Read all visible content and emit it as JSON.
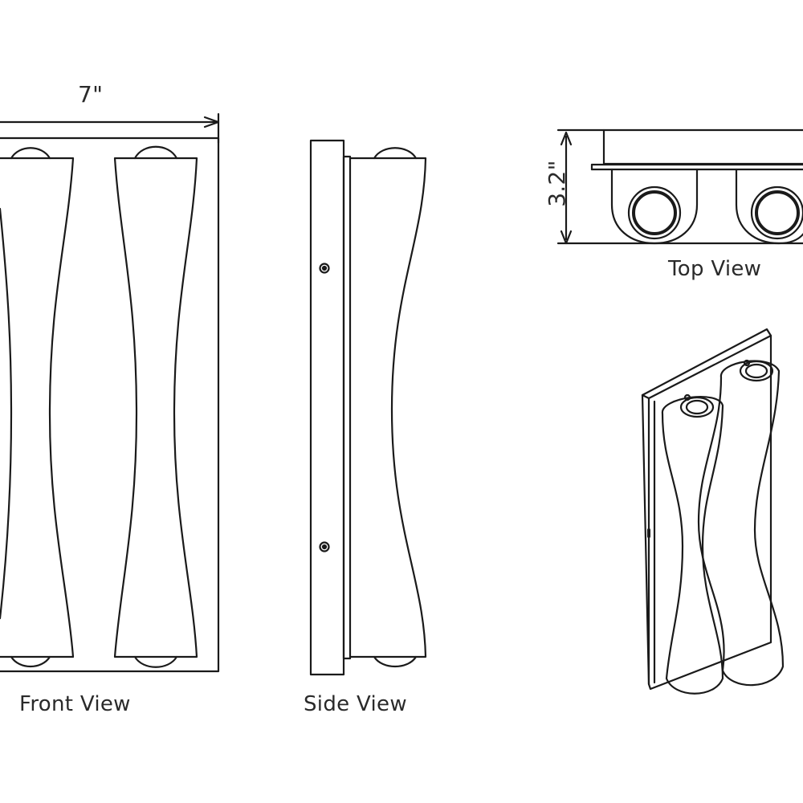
{
  "views": {
    "front_label": "Front View",
    "side_label": "Side View",
    "top_label": "Top View"
  },
  "dimensions": {
    "width": "7\"",
    "depth": "3.2\""
  },
  "colors": {
    "line": "#1a1a1a",
    "background": "#ffffff"
  }
}
